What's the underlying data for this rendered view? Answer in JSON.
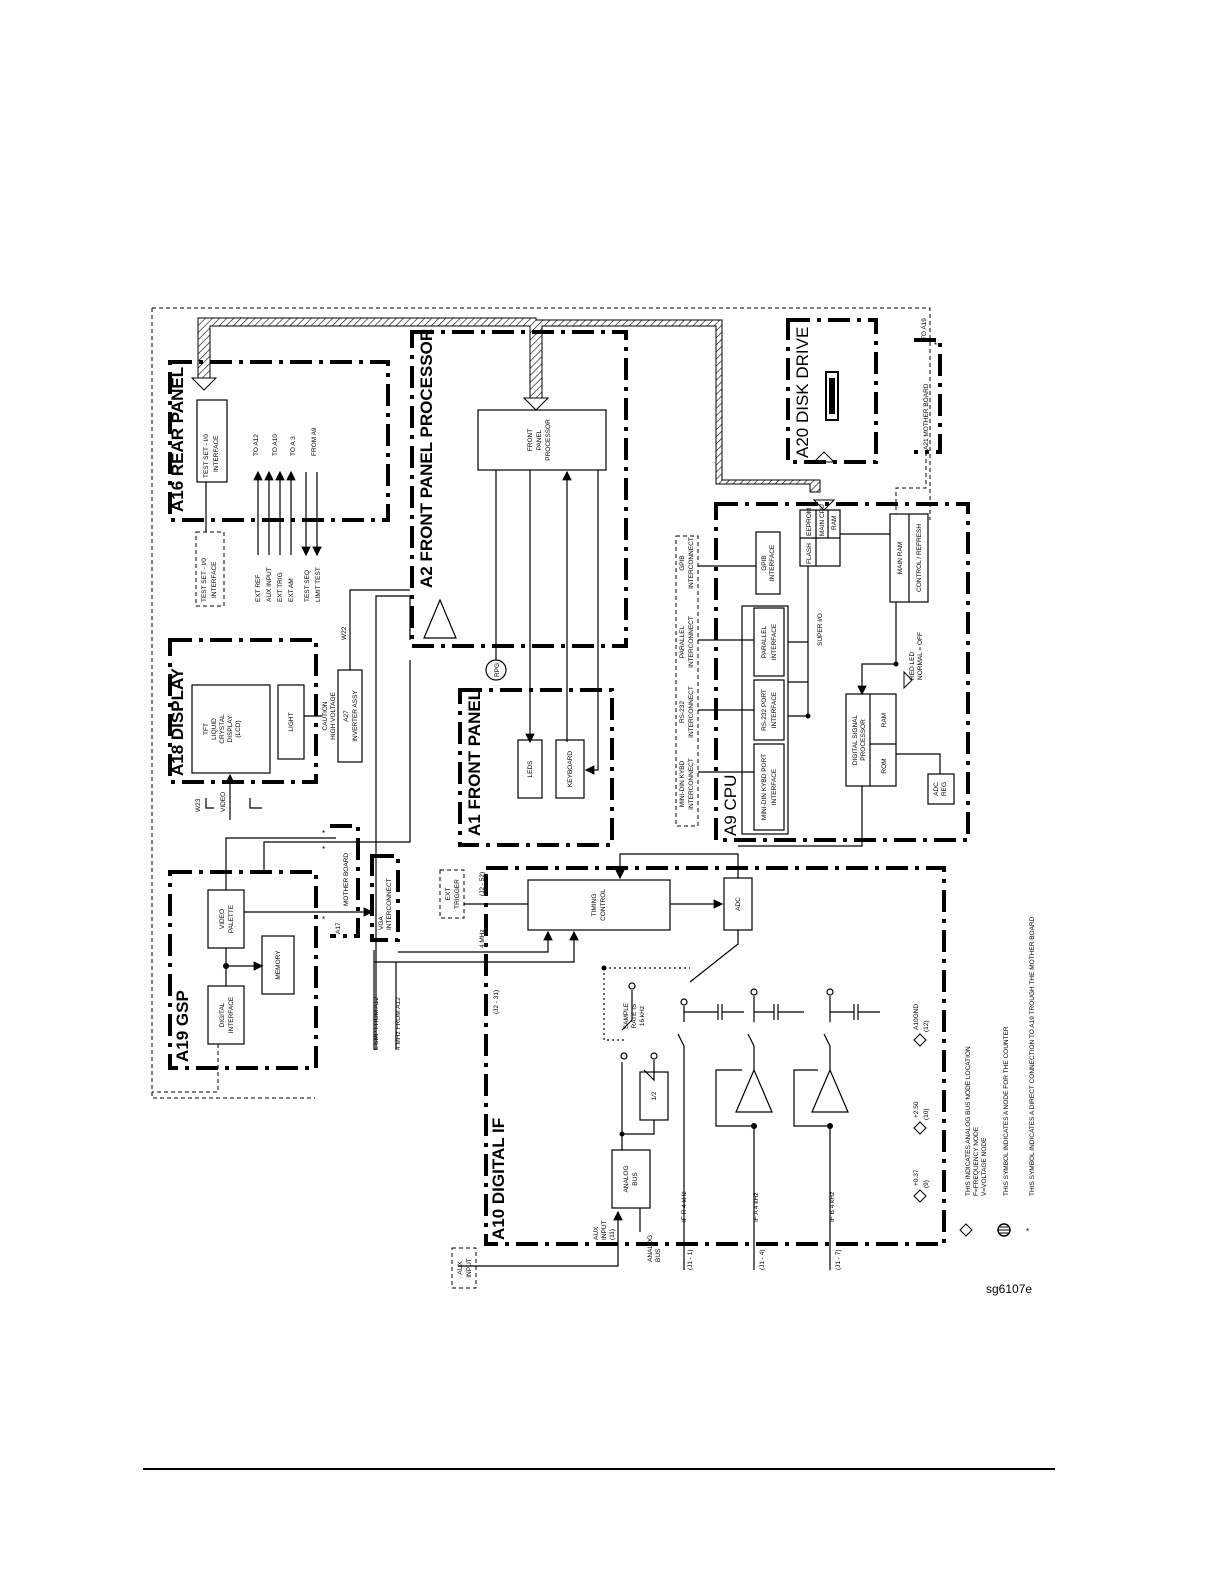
{
  "figure_id": "sg6107e",
  "blocks": {
    "a16": {
      "title": "A16 REAR PANEL",
      "test_set_io_upper": [
        "TEST SET - I/0",
        "INTERFACE"
      ],
      "test_set_io_lower": [
        "TEST SET - I/0",
        "INTERFACE"
      ],
      "signals": [
        "EXT REF",
        "AUX INPUT",
        "EXT TRIG",
        "EXT AM",
        "TEST SEQ",
        "LIMIT TEST"
      ],
      "dests": [
        "TO A12",
        "TO A10",
        "TO A 3",
        "FROM A9"
      ]
    },
    "a18": {
      "title": "A18 DISPLAY",
      "lcd": [
        "TFT",
        "LIQUID",
        "CRYSTAL",
        "DISPLAY",
        "(LCD)"
      ],
      "light": "LIGHT",
      "caution": [
        "CAUTION",
        "HIGH VOLTAGE"
      ],
      "inverter": [
        "A27",
        "INVERTER ASSY"
      ],
      "w22": "W22",
      "w23": "W23",
      "video": "VIDEO"
    },
    "a2": {
      "title": "A2 FRONT PANEL  PROCESSOR",
      "fpp": [
        "FRONT",
        "PANEL",
        "PROCESSOR"
      ],
      "rpg": "RPG"
    },
    "a1": {
      "title": "A1 FRONT PANEL",
      "leds": "LEDS",
      "keyboard": "KEYBOARD"
    },
    "a20": {
      "title": "A20 DISK DRIVE"
    },
    "a21": {
      "label": "A21 MOTHER BOARD",
      "to": "TO A19"
    },
    "a9": {
      "title": "A9 CPU",
      "eeprom": "EEPROM",
      "main_cpu": "MAIN CPU",
      "flash": "FLASH",
      "ram": "RAM",
      "main_ram": "MAIN RAM",
      "ctrl_refresh": "CONTROL / REFRESH",
      "red_led": [
        "RED LED",
        "NORMAL = OFF"
      ],
      "gpib": [
        "GPIB",
        "INTERFACE"
      ],
      "parallel": [
        "PARALLEL",
        "INTERFACE"
      ],
      "rs232": [
        "RS-232 PORT",
        "INTERFACE"
      ],
      "minidin": [
        "MINI-DIN KYBD PORT",
        "INTERFACE"
      ],
      "super_io": "SUPER I/O",
      "dsp": [
        "DIGITAL SIGNAL",
        "PROCESSOR"
      ],
      "rom": "ROM",
      "dsp_ram": "RAM",
      "adc_reg": [
        "ADC",
        "REG"
      ]
    },
    "ext_conn": {
      "gpib": [
        "GPIB",
        "INTERCONNECT"
      ],
      "parallel": [
        "PARALLEL",
        "INTERCONNECT"
      ],
      "rs232": [
        "RS-232",
        "INTERCONNECT"
      ],
      "minidin": [
        "MINI-DIN KYBD",
        "INTERCONNECT"
      ]
    },
    "a19": {
      "title": "A19 GSP",
      "video_palette": [
        "VIDEO",
        "PALETTE"
      ],
      "memory": "MEMORY",
      "digital_if": [
        "DIGITAL",
        "INTERFACE"
      ]
    },
    "a17": {
      "mother_board": [
        "A17",
        "MOTHER BOARD"
      ],
      "vga": [
        "VGA",
        "INTERCONNECT"
      ],
      "lsmp": "L SMP FROM A12",
      "mhz4": "4 MHz FROM A12"
    },
    "a10": {
      "title": "A10 DIGITAL IF",
      "ext_trigger": [
        "EXT",
        "TRIGGER"
      ],
      "j2_52": "(J2 - 52)",
      "j2_31": "(J2 - 31)",
      "mhz4": "4 MHz",
      "timing": [
        "TIMING",
        "CONTROL"
      ],
      "adc": "ADC",
      "sample_rate": [
        "SAMPLE",
        "RATE IS",
        "16 kHz"
      ],
      "half": "1/2",
      "analog_bus": [
        "ANALOG",
        "BUS"
      ],
      "aux_in": [
        "AUX",
        "INPUT",
        "(11)"
      ],
      "analog_bus_label": [
        "ANALOG",
        "BUS"
      ],
      "aux_input_box": [
        "AUX",
        "INPUT"
      ],
      "if_r": "IF R  4 kHz",
      "if_a": "IF A  4 kHz",
      "if_b": "IF B  4 kHz",
      "j1_1": "(J1 - 1)",
      "j1_4": "(J1 - 4)",
      "j1_7": "(J1 - 7)"
    },
    "nodes": [
      {
        "v": "+0.37",
        "n": "(9)"
      },
      {
        "v": "+2.50",
        "n": "(10)"
      },
      {
        "v": "A10GND",
        "n": "(12)"
      }
    ]
  },
  "legend": [
    [
      "THIS INDICATES ANALOG BUS NODE LOCATION",
      "F=FREQUENCY NODE",
      "V=VOLTAGE NODE"
    ],
    [
      "THIS SYMBOL INDICATES A NODE FOR THE COUNTER"
    ],
    [
      "THIS SYMBOL INDICATES A DIRECT CONNECTION TO A19 TROUGH THE MOTHER BOARD"
    ]
  ],
  "star": "*"
}
